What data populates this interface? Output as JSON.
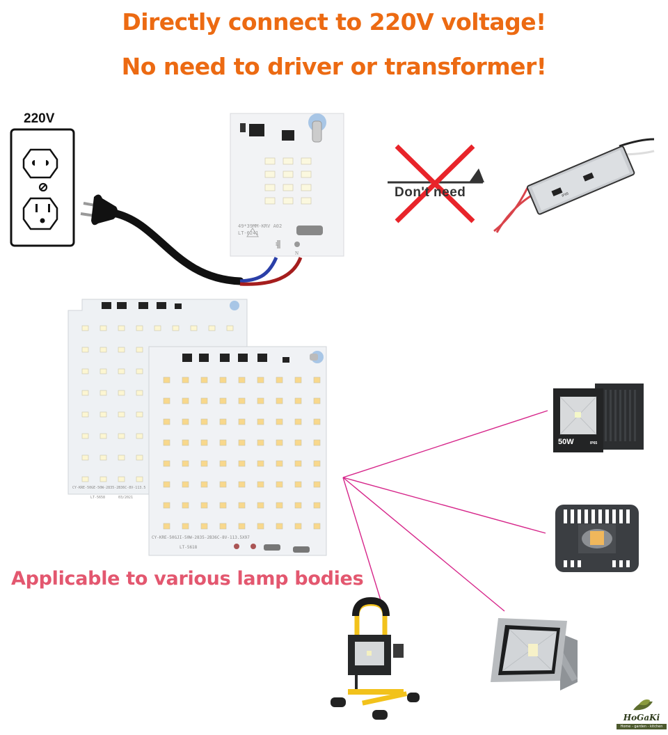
{
  "headline": {
    "line1": "Directly connect to 220V voltage!",
    "line2": "No need to driver or transformer!",
    "color": "#ec6a12"
  },
  "outlet": {
    "voltage_label": "220V",
    "icon": "power-outlet-icon"
  },
  "plug": {
    "icon": "power-plug-icon"
  },
  "small_pcb": {
    "code_line1": "49*39MM-KRV A02",
    "code_line2": "LT-6241",
    "terminal_l": "L",
    "terminal_n": "N",
    "led_count": 12
  },
  "no_driver": {
    "label": "Don't need",
    "cross_color": "#e8242a",
    "icon": "cross-icon"
  },
  "driver": {
    "icon": "led-driver-icon",
    "rating": "IP65"
  },
  "large_pcbs": {
    "front_code": "CY-KRE-50GJI-50W-2835-2B36C-8V-113.5X97",
    "front_model": "LT-5618",
    "back_code": "CY-KRE-50GE-50W-2835-2B36C-8V-113.5",
    "back_model": "LT-5658",
    "back_date": "03/2021",
    "front_led_rows": 8,
    "front_led_cols": 9
  },
  "caption": {
    "text": "Applicable to various lamp bodies",
    "color": "#e3576f"
  },
  "connector_color": "#d6268a",
  "lamps": [
    {
      "name": "flood-light-50w",
      "wattage_label": "50W",
      "rating_label": "IP65"
    },
    {
      "name": "flood-light-finned"
    },
    {
      "name": "portable-work-light"
    },
    {
      "name": "flood-light-silver"
    }
  ],
  "logo": {
    "name": "HoGaKi",
    "tagline": "Home - garden - kitchen"
  }
}
